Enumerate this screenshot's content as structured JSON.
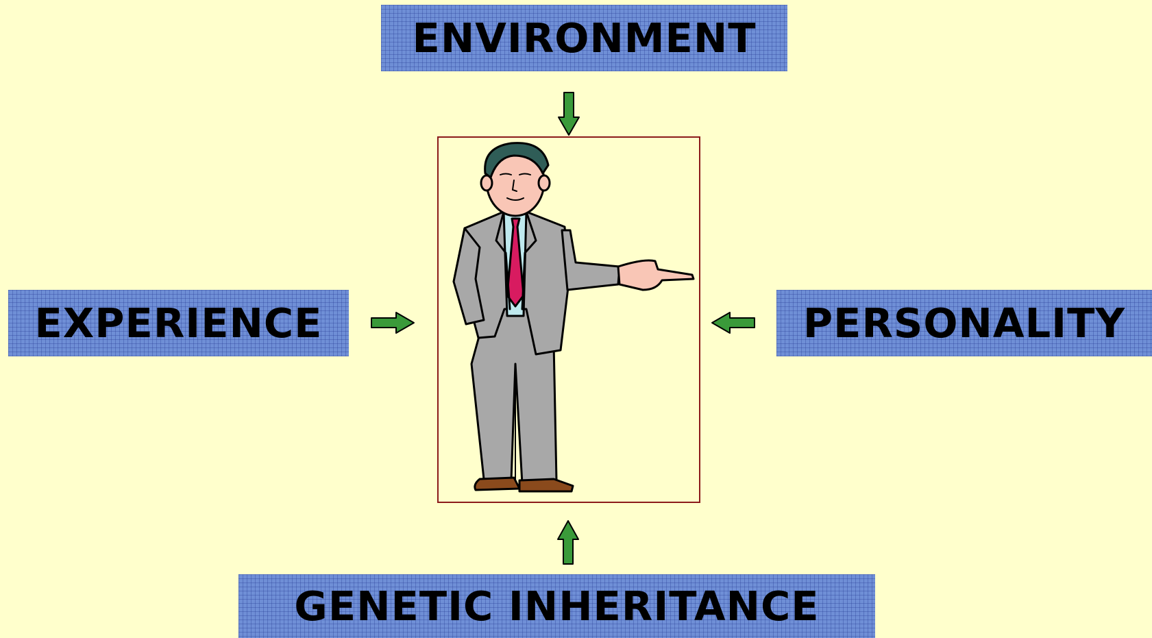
{
  "labels": {
    "top": "ENVIRONMENT",
    "left": "EXPERIENCE",
    "right": "PERSONALITY",
    "bottom": "GENETIC INHERITANCE"
  },
  "colors": {
    "background": "#ffffcc",
    "label_box": "#6f8fd6",
    "arrow": "#3a9a3a",
    "frame_border": "#8b1a1a"
  },
  "center_image": "person-in-suit-pointing-illustration"
}
